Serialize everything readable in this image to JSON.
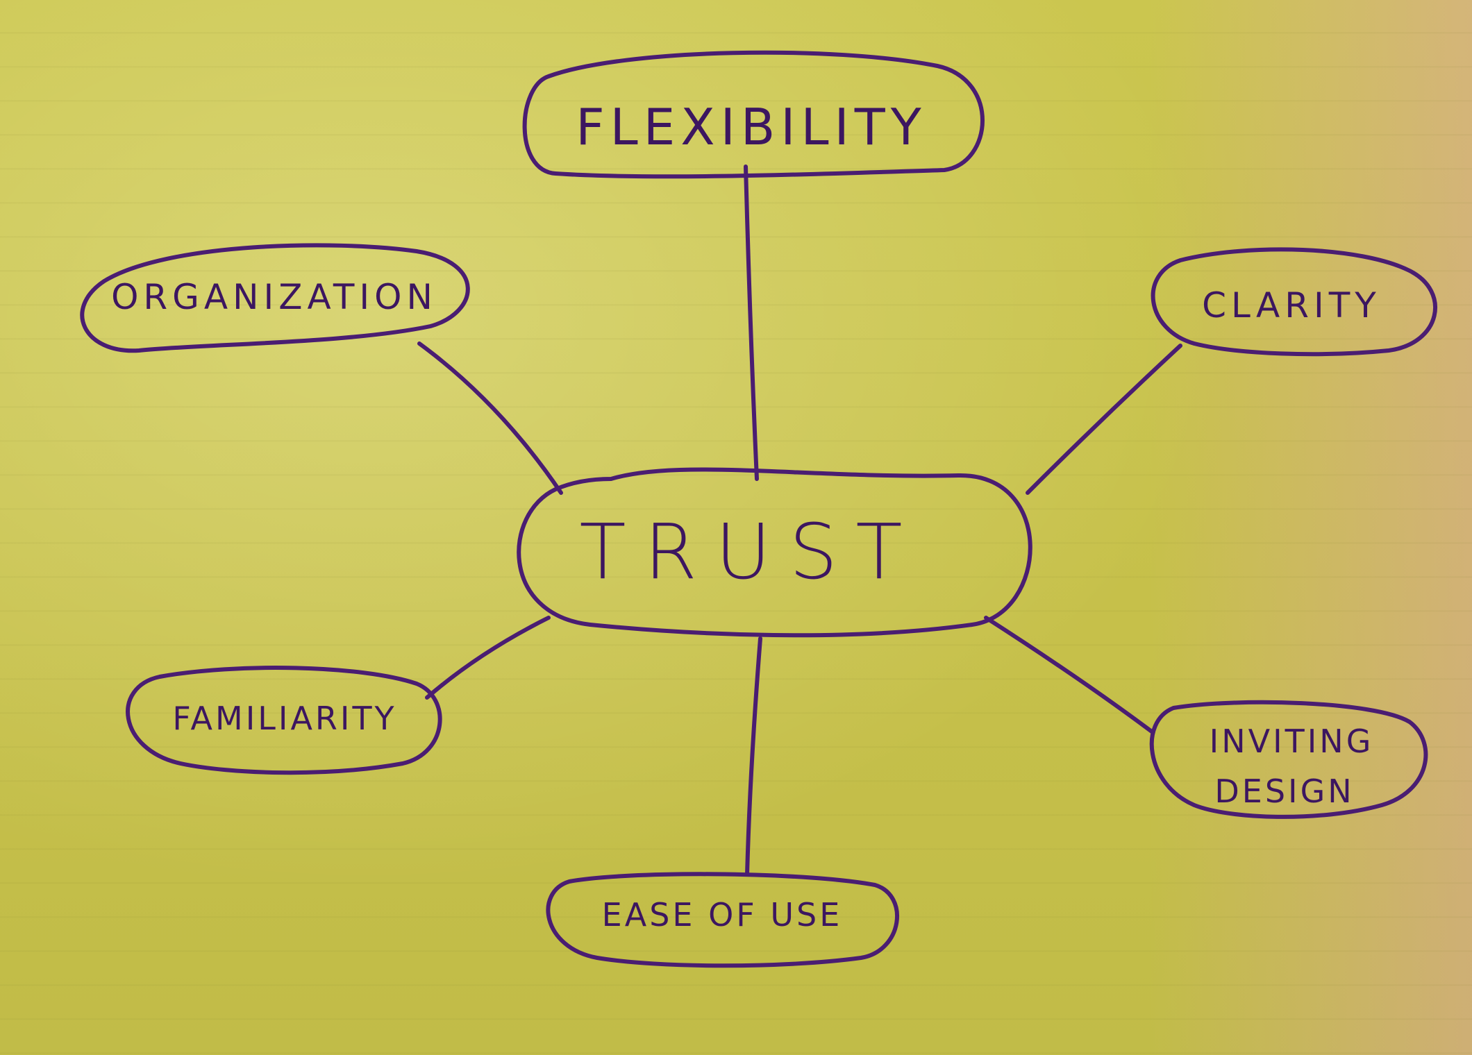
{
  "diagram": {
    "center": "TRUST",
    "nodes": {
      "flexibility": "FLEXIBILITY",
      "organization": "ORGANIZATION",
      "clarity": "CLARITY",
      "familiarity": "FAMILIARITY",
      "inviting_design_line1": "INVITING",
      "inviting_design_line2": "DESIGN",
      "ease_of_use": "EASE OF USE"
    },
    "ink_color": "#4a1d72",
    "paper_color": "#c7c249"
  }
}
